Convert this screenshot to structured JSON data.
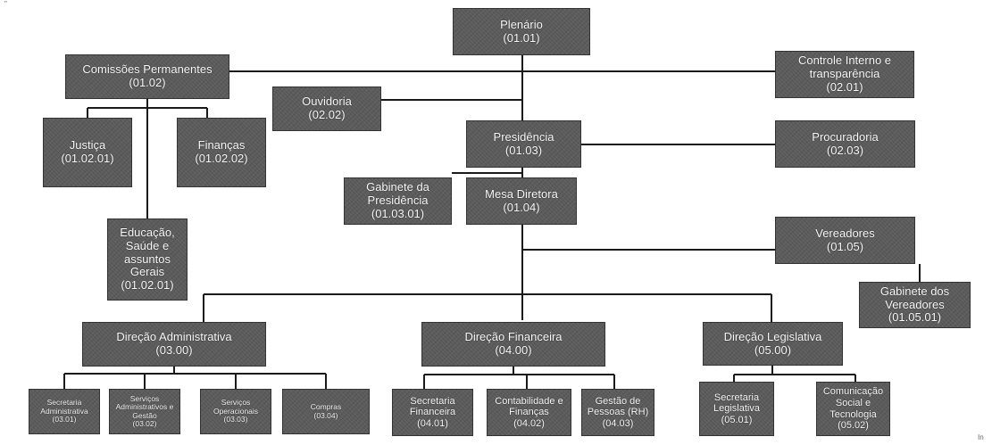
{
  "corner_marks": {
    "top_left": "\"",
    "bottom_right": "In"
  },
  "nodes": {
    "plenario": {
      "title": "Plenário",
      "code": "(01.01)"
    },
    "comissoes": {
      "title": "Comissões Permanentes",
      "code": "(01.02)"
    },
    "controle": {
      "title": "Controle Interno e transparência",
      "code": "(02.01)"
    },
    "ouvidoria": {
      "title": "Ouvidoria",
      "code": "(02.02)"
    },
    "presidencia": {
      "title": "Presidência",
      "code": "(01.03)"
    },
    "procuradoria": {
      "title": "Procuradoria",
      "code": "(02.03)"
    },
    "justica": {
      "title": "Justiça",
      "code": "(01.02.01)"
    },
    "financas": {
      "title": "Finanças",
      "code": "(01.02.02)"
    },
    "gab_presidencia": {
      "title": "Gabinete da Presidência",
      "code": "(01.03.01)"
    },
    "mesa": {
      "title": "Mesa Diretora",
      "code": "(01.04)"
    },
    "vereadores": {
      "title": "Vereadores",
      "code": "(01.05)"
    },
    "educacao": {
      "title": "Educação, Saúde e assuntos Gerais",
      "code": "(01.02.01)"
    },
    "gab_vereadores": {
      "title": "Gabinete dos Vereadores",
      "code": "(01.05.01)"
    },
    "dir_adm": {
      "title": "Direção Administrativa",
      "code": "(03.00)"
    },
    "dir_fin": {
      "title": "Direção Financeira",
      "code": "(04.00)"
    },
    "dir_leg": {
      "title": "Direção Legislativa",
      "code": "(05.00)"
    },
    "sec_adm": {
      "title": "Secretaria Administrativa",
      "code": "(03.01)"
    },
    "serv_adm": {
      "title": "Serviços Administrativos e Gestão",
      "code": "(03.02)"
    },
    "serv_op": {
      "title": "Serviços Operacionais",
      "code": "(03.03)"
    },
    "compras": {
      "title": "Compras",
      "code": "(03.04)"
    },
    "sec_fin": {
      "title": "Secretaria Financeira",
      "code": "(04.01)"
    },
    "contab": {
      "title": "Contabilidade e Finanças",
      "code": "(04.02)"
    },
    "gestao": {
      "title": "Gestão de Pessoas (RH)",
      "code": "(04.03)"
    },
    "sec_leg": {
      "title": "Secretaria Legislativa",
      "code": "(05.01)"
    },
    "comunic": {
      "title": "Comunicação Social e Tecnologia",
      "code": "(05.02)"
    }
  }
}
